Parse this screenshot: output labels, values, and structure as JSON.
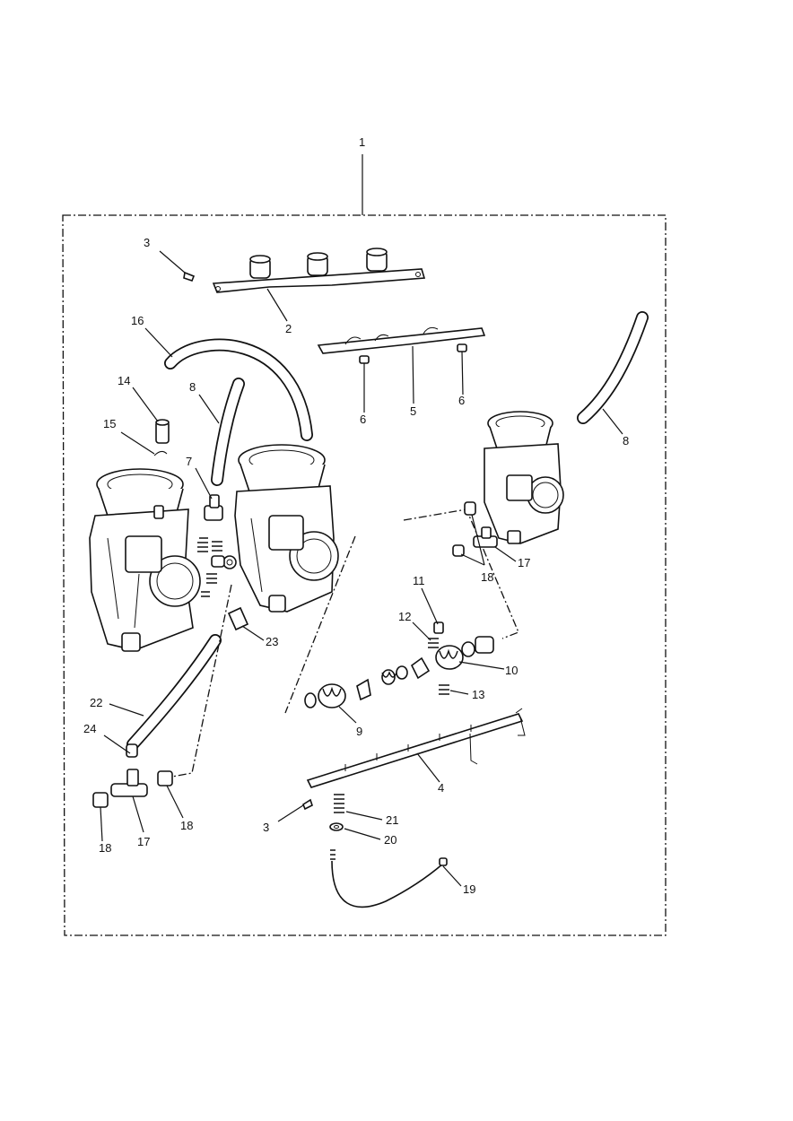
{
  "diagram": {
    "callouts": [
      {
        "id": "c1",
        "text": "1"
      },
      {
        "id": "c3a",
        "text": "3"
      },
      {
        "id": "c2",
        "text": "2"
      },
      {
        "id": "c16",
        "text": "16"
      },
      {
        "id": "c5",
        "text": "5"
      },
      {
        "id": "c6a",
        "text": "6"
      },
      {
        "id": "c6b",
        "text": "6"
      },
      {
        "id": "c8a",
        "text": "8"
      },
      {
        "id": "c8b",
        "text": "8"
      },
      {
        "id": "c14",
        "text": "14"
      },
      {
        "id": "c15",
        "text": "15"
      },
      {
        "id": "c7",
        "text": "7"
      },
      {
        "id": "c17a",
        "text": "17"
      },
      {
        "id": "c18a",
        "text": "18"
      },
      {
        "id": "c11",
        "text": "11"
      },
      {
        "id": "c12",
        "text": "12"
      },
      {
        "id": "c10",
        "text": "10"
      },
      {
        "id": "c13",
        "text": "13"
      },
      {
        "id": "c23",
        "text": "23"
      },
      {
        "id": "c22",
        "text": "22"
      },
      {
        "id": "c9",
        "text": "9"
      },
      {
        "id": "c24",
        "text": "24"
      },
      {
        "id": "c4",
        "text": "4"
      },
      {
        "id": "c3b",
        "text": "3"
      },
      {
        "id": "c21",
        "text": "21"
      },
      {
        "id": "c20",
        "text": "20"
      },
      {
        "id": "c18b",
        "text": "18"
      },
      {
        "id": "c17b",
        "text": "17"
      },
      {
        "id": "c18c",
        "text": "18"
      },
      {
        "id": "c19",
        "text": "19"
      }
    ]
  }
}
